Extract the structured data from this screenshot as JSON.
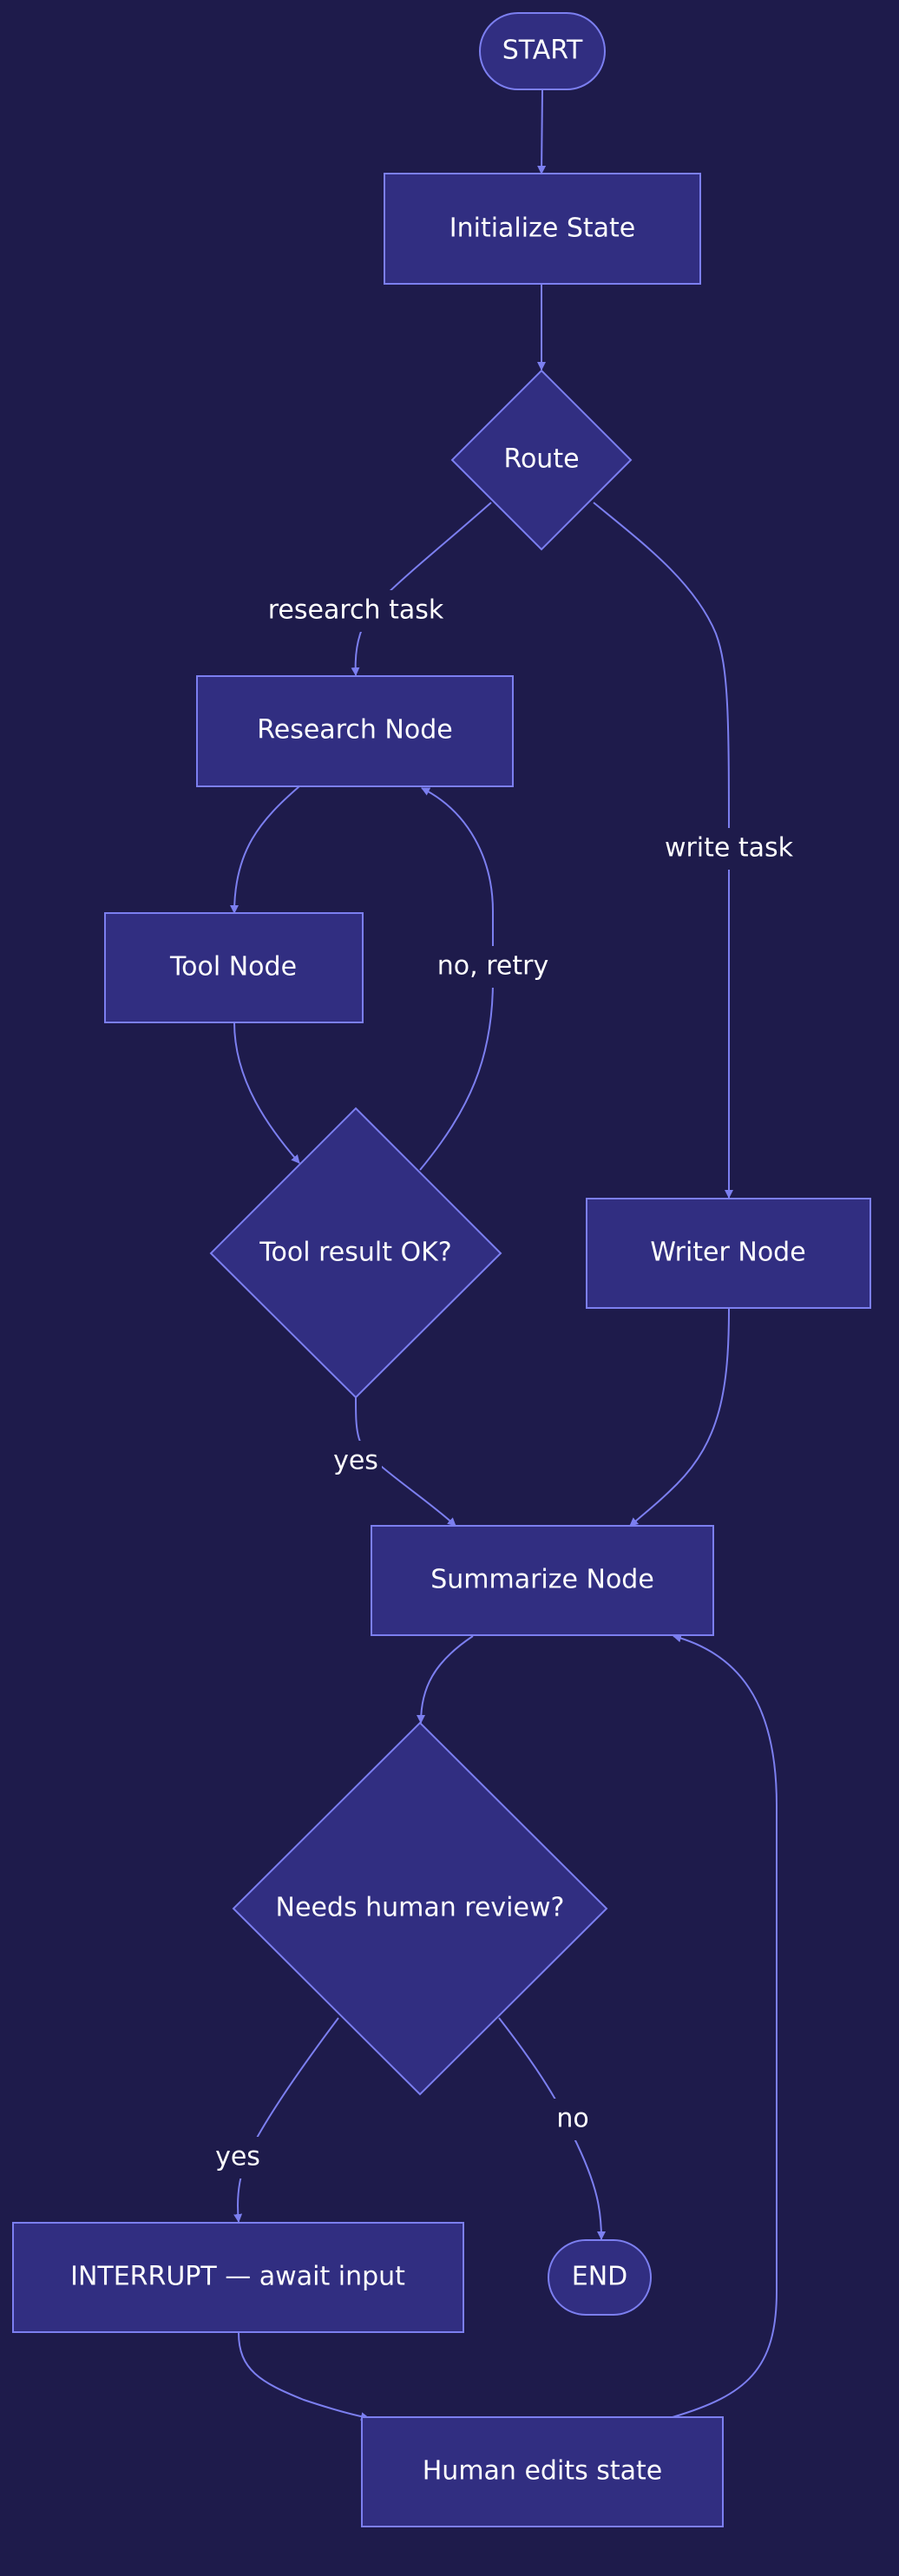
{
  "colors": {
    "background": "#1e1b4b",
    "node_fill": "#312e81",
    "node_stroke": "#7c7ff0",
    "edge": "#7c7ff0",
    "text": "#ffffff"
  },
  "nodes": {
    "start": "START",
    "initialize_state": "Initialize State",
    "route": "Route",
    "research_node": "Research Node",
    "tool_node": "Tool Node",
    "tool_result_ok": "Tool result OK?",
    "writer_node": "Writer Node",
    "summarize_node": "Summarize Node",
    "needs_human_review": "Needs human review?",
    "interrupt": "INTERRUPT — await input",
    "end": "END",
    "human_edits_state": "Human edits state"
  },
  "edges": {
    "research_task": "research task",
    "write_task": "write task",
    "no_retry": "no, retry",
    "yes_tool": "yes",
    "yes_review": "yes",
    "no_review": "no"
  }
}
